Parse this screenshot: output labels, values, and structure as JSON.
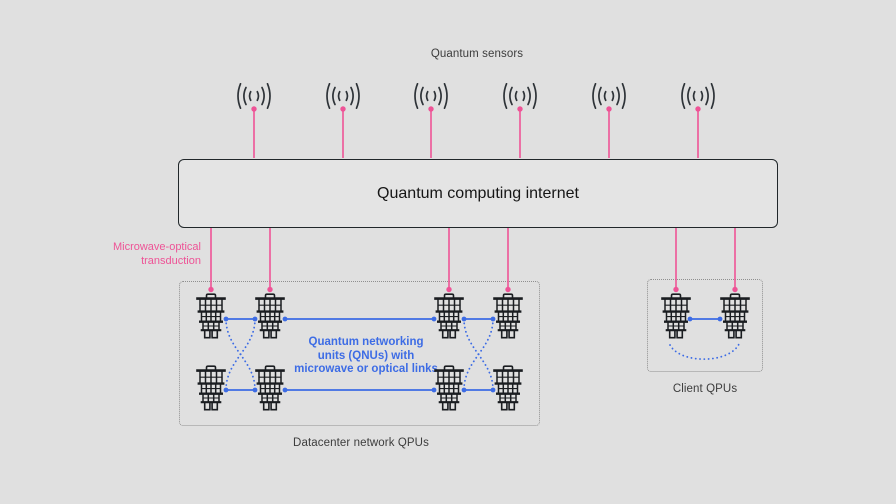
{
  "colors": {
    "bg": "#e0e0e0",
    "magenta": "#ee5396",
    "blue": "#3d6ce5",
    "ink": "#1a1d21",
    "label": "#3d3d3d",
    "box-fill": "#e4e4e4",
    "box-border": "#21272a",
    "dashed": "#8f8f8f"
  },
  "labels": {
    "sensors": "Quantum sensors",
    "internet": "Quantum computing internet",
    "transduction_lines": [
      "Microwave-optical",
      "transduction"
    ],
    "qnu_lines": [
      "Quantum networking",
      "units (QNUs) with",
      "microwave or optical links"
    ],
    "datacenter": "Datacenter network QPUs",
    "client": "Client QPUs"
  },
  "icons": {
    "sensor": "quantum-sensor-icon",
    "qpu": "qpu-icon"
  },
  "counts": {
    "quantum_sensors": 6,
    "datacenter_qpus": 8,
    "client_qpus": 2
  }
}
